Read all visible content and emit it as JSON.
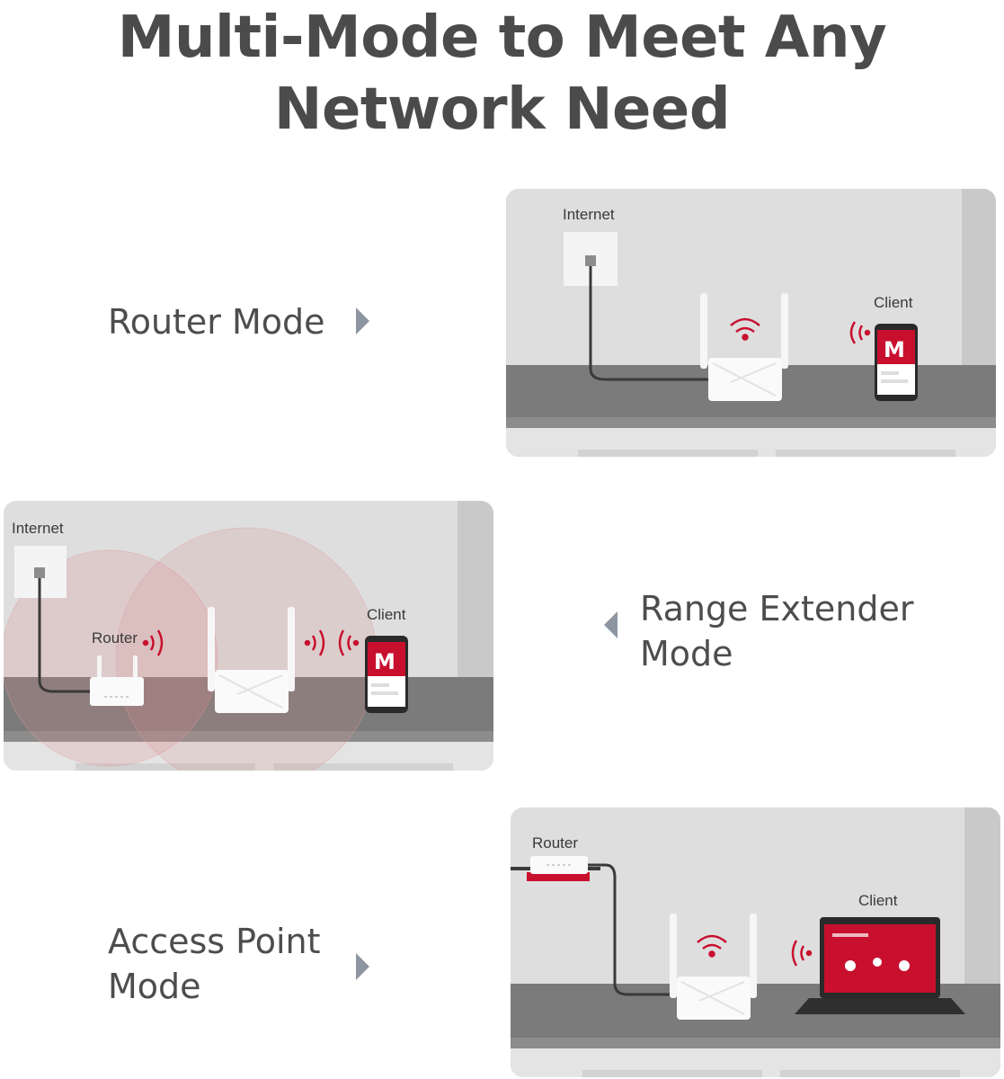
{
  "title": {
    "line1": "Multi-Mode to Meet Any",
    "line2": "Network Need"
  },
  "modes": [
    {
      "label_lines": [
        "Router Mode"
      ],
      "arrow": "right",
      "scene": {
        "internet": "Internet",
        "client": "Client"
      }
    },
    {
      "label_lines": [
        "Range Extender",
        "Mode"
      ],
      "arrow": "left",
      "scene": {
        "internet": "Internet",
        "router": "Router",
        "client": "Client"
      }
    },
    {
      "label_lines": [
        "Access Point",
        "Mode"
      ],
      "arrow": "right",
      "scene": {
        "router": "Router",
        "client": "Client"
      }
    }
  ],
  "colors": {
    "accent": "#c8102e",
    "wall": "#dedede",
    "shelf": "#7a7a7a",
    "text": "#4b4b4b"
  },
  "icons": [
    "wall-socket-icon",
    "wifi-router-icon",
    "wifi-signal-icon",
    "smartphone-icon",
    "laptop-icon"
  ]
}
